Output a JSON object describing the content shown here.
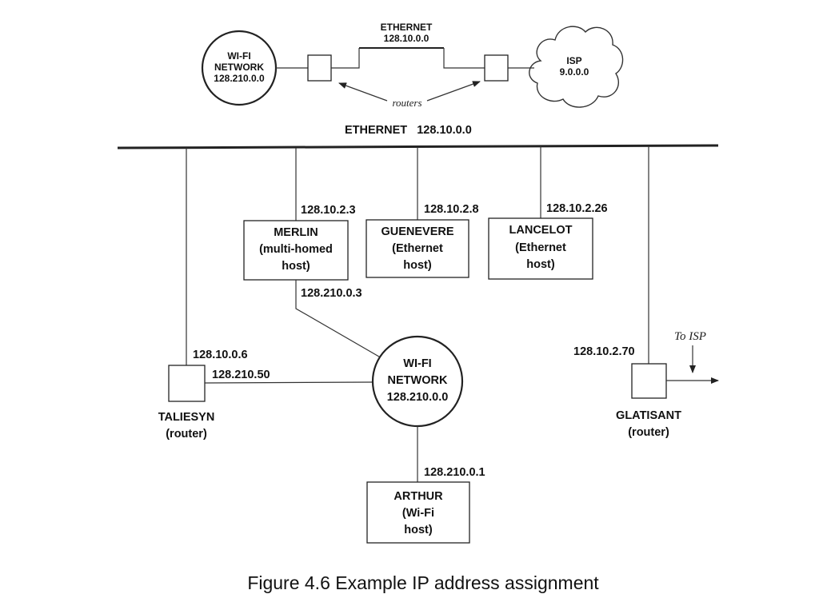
{
  "top": {
    "ethernet": [
      "ETHERNET",
      "128.10.0.0"
    ],
    "wifi": [
      "WI-FI",
      "NETWORK",
      "128.210.0.0"
    ],
    "isp": [
      "ISP",
      "9.0.0.0"
    ],
    "routers_label": "routers"
  },
  "bus_label": "ETHERNET   128.10.0.0",
  "hosts": {
    "merlin": {
      "addr": "128.10.2.3",
      "name": [
        "MERLIN",
        "(multi-homed",
        "host)"
      ],
      "addr2": "128.210.0.3"
    },
    "guenevere": {
      "addr": "128.10.2.8",
      "name": [
        "GUENEVERE",
        "(Ethernet",
        "host)"
      ]
    },
    "lancelot": {
      "addr": "128.10.2.26",
      "name": [
        "LANCELOT",
        "(Ethernet",
        "host)"
      ]
    },
    "arthur": {
      "addr": "128.210.0.1",
      "name": [
        "ARTHUR",
        "(Wi-Fi",
        "host)"
      ]
    }
  },
  "routers": {
    "taliesyn": {
      "addr": "128.10.0.6",
      "addr2": "128.210.50",
      "name": [
        "TALIESYN",
        "(router)"
      ]
    },
    "glatisant": {
      "addr": "128.10.2.70",
      "name": [
        "GLATISANT",
        "(router)"
      ],
      "to_isp": "To ISP"
    }
  },
  "wifi_main": [
    "WI-FI",
    "NETWORK",
    "128.210.0.0"
  ],
  "caption": "Figure 4.6 Example IP address assignment"
}
